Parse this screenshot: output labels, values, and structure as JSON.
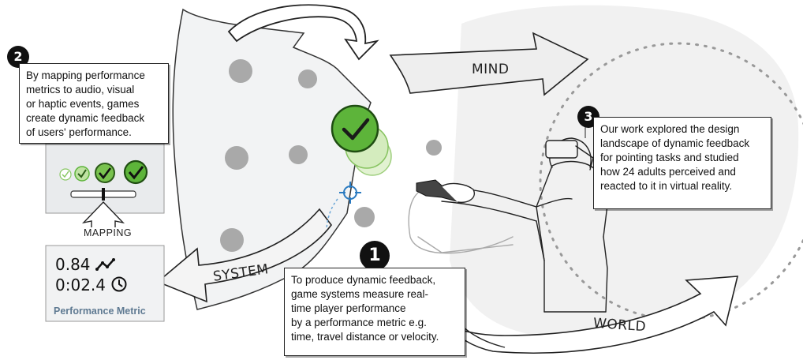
{
  "callouts": {
    "one": {
      "number": "1",
      "lines": [
        "To produce dynamic feedback,",
        "game systems measure real-",
        "time player performance",
        "by a performance metric e.g.",
        "time, travel distance or velocity."
      ]
    },
    "two": {
      "number": "2",
      "lines": [
        "By mapping performance",
        "metrics to audio, visual",
        "or haptic events, games",
        "create dynamic feedback",
        "of users' performance."
      ]
    },
    "three": {
      "number": "3",
      "lines": [
        "Our work explored the design",
        "landscape of dynamic feedback",
        "for pointing tasks and studied",
        "how 24 adults perceived and",
        "reacted to it in virtual reality."
      ]
    }
  },
  "flow_labels": {
    "mind": "MIND",
    "system": "SYSTEM",
    "world": "WORLD"
  },
  "mapping_label": "MAPPING",
  "metric": {
    "value1": "0.84",
    "value2": "0:02.4",
    "title": "Performance Metric"
  },
  "icons": [
    "check-icon",
    "crosshair-icon",
    "trend-line-icon",
    "clock-icon"
  ],
  "colors": {
    "green": "#5db43a",
    "green_light": "#cfe9b5",
    "blue": "#2a7ac0",
    "gray_dot": "#a9a9a9",
    "panel_gray": "#e9ebed",
    "metric_title": "#5f7a92"
  }
}
